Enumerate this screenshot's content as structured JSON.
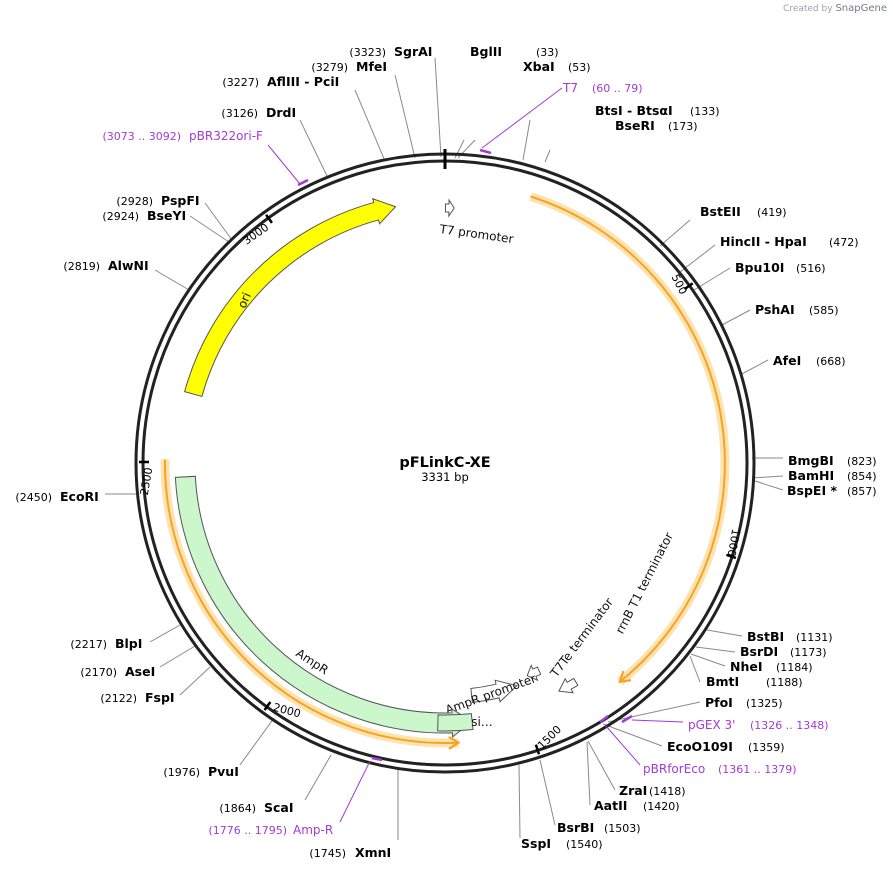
{
  "brand": {
    "prefix": "Created by",
    "name": "SnapGene"
  },
  "plasmid": {
    "name": "pFLinkC-XE",
    "length_label": "3331 bp",
    "length_bp": 3331
  },
  "ticks": [
    {
      "bp": 500,
      "label": "500"
    },
    {
      "bp": 1000,
      "label": "1000"
    },
    {
      "bp": 1500,
      "label": "1500"
    },
    {
      "bp": 2000,
      "label": "2000"
    },
    {
      "bp": 2500,
      "label": "2500"
    },
    {
      "bp": 3000,
      "label": "3000"
    }
  ],
  "features": [
    {
      "name": "T7 promoter",
      "start": 1,
      "end": 19,
      "strand": "forward",
      "color": "#ffffff"
    },
    {
      "name": "rrnB T1 terminator",
      "start": 1380,
      "end": 1420,
      "strand": "forward",
      "color": "#ffffff"
    },
    {
      "name": "T7Te terminator",
      "start": 1440,
      "end": 1470,
      "strand": "forward",
      "color": "#ffffff"
    },
    {
      "name": "AmpR promoter",
      "start": 1500,
      "end": 1605,
      "strand": "reverse",
      "color": "#ffffff"
    },
    {
      "name": "AmpR",
      "start": 1610,
      "end": 2470,
      "strand": "reverse",
      "color": "#ccf6cc"
    },
    {
      "name": "si…",
      "start": 1610,
      "end": 1680,
      "strand": "none",
      "color": "#ccf6cc"
    },
    {
      "name": "ori",
      "start": 2640,
      "end": 3230,
      "strand": "forward",
      "color": "#ffff00"
    }
  ],
  "orfs": [
    {
      "start": 165,
      "end": 1308,
      "strand": "forward"
    },
    {
      "start": 1640,
      "end": 2505,
      "strand": "reverse"
    }
  ],
  "sites": [
    {
      "name": "BglII",
      "pos": "(33)"
    },
    {
      "name": "XbaI",
      "pos": "(53)"
    },
    {
      "name": "BtsI - BtsαI",
      "pos": "(133)"
    },
    {
      "name": "BseRI",
      "pos": "(173)"
    },
    {
      "name": "BstEII",
      "pos": "(419)"
    },
    {
      "name": "HincII - HpaI",
      "pos": "(472)"
    },
    {
      "name": "Bpu10I",
      "pos": "(516)"
    },
    {
      "name": "PshAI",
      "pos": "(585)"
    },
    {
      "name": "AfeI",
      "pos": "(668)"
    },
    {
      "name": "BmgBI",
      "pos": "(823)"
    },
    {
      "name": "BamHI",
      "pos": "(854)"
    },
    {
      "name": "BspEI *",
      "pos": "(857)"
    },
    {
      "name": "BstBI",
      "pos": "(1131)"
    },
    {
      "name": "BsrDI",
      "pos": "(1173)"
    },
    {
      "name": "NheI",
      "pos": "(1184)"
    },
    {
      "name": "BmtI",
      "pos": "(1188)"
    },
    {
      "name": "PfoI",
      "pos": "(1325)"
    },
    {
      "name": "EcoO109I",
      "pos": "(1359)"
    },
    {
      "name": "ZraI",
      "pos": "(1418)"
    },
    {
      "name": "AatII",
      "pos": "(1420)"
    },
    {
      "name": "BsrBI",
      "pos": "(1503)"
    },
    {
      "name": "SspI",
      "pos": "(1540)"
    },
    {
      "name": "XmnI",
      "pos": "(1745)"
    },
    {
      "name": "ScaI",
      "pos": "(1864)"
    },
    {
      "name": "PvuI",
      "pos": "(1976)"
    },
    {
      "name": "FspI",
      "pos": "(2122)"
    },
    {
      "name": "AseI",
      "pos": "(2170)"
    },
    {
      "name": "BlpI",
      "pos": "(2217)"
    },
    {
      "name": "EcoRI",
      "pos": "(2450)"
    },
    {
      "name": "AlwNI",
      "pos": "(2819)"
    },
    {
      "name": "BseYI",
      "pos": "(2924)"
    },
    {
      "name": "PspFI",
      "pos": "(2928)"
    },
    {
      "name": "DrdI",
      "pos": "(3126)"
    },
    {
      "name": "AflIII - PciI",
      "pos": "(3227)"
    },
    {
      "name": "MfeI",
      "pos": "(3279)"
    },
    {
      "name": "SgrAI",
      "pos": "(3323)"
    }
  ],
  "primers": [
    {
      "name": "T7",
      "pos": "(60 .. 79)"
    },
    {
      "name": "pGEX 3'",
      "pos": "(1326 .. 1348)"
    },
    {
      "name": "pBRforEco",
      "pos": "(1361 .. 1379)"
    },
    {
      "name": "Amp-R",
      "pos": "(1776 .. 1795)"
    },
    {
      "name": "pBR322ori-F",
      "pos": "(3073 .. 3092)"
    }
  ],
  "colors": {
    "backbone": "#000000",
    "orf": "#f7a325",
    "primer": "#a23ad6",
    "ori": "#ffff00",
    "ampr": "#ccf6cc"
  }
}
